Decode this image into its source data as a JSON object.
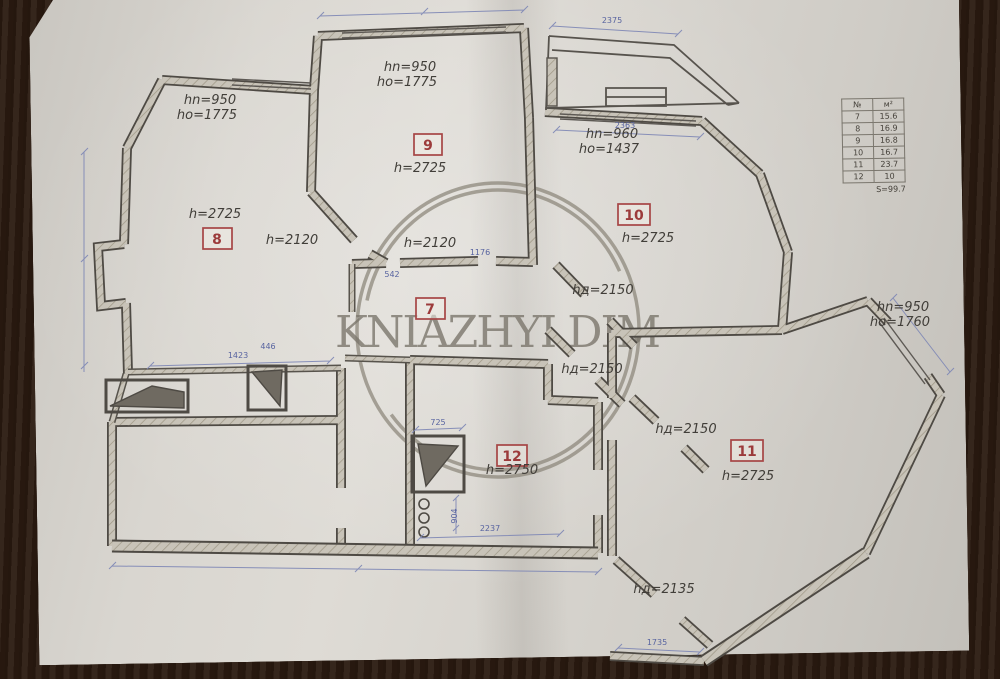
{
  "watermark": {
    "text": "KNIAZHYI DIM"
  },
  "area_table": {
    "headers": [
      "№",
      "м²"
    ],
    "rows": [
      [
        "7",
        "15.6"
      ],
      [
        "8",
        "16.9"
      ],
      [
        "9",
        "16.8"
      ],
      [
        "10",
        "16.7"
      ],
      [
        "11",
        "23.7"
      ],
      [
        "12",
        "10"
      ]
    ],
    "total": "S=99.7"
  },
  "rooms": {
    "r7": {
      "number": "7",
      "height": "h=2120"
    },
    "r8": {
      "number": "8",
      "height": "h=2725"
    },
    "r9": {
      "number": "9",
      "height": "h=2725"
    },
    "r10": {
      "number": "10",
      "height": "h=2725"
    },
    "r11": {
      "number": "11",
      "height": "h=2725"
    },
    "r12": {
      "number": "12",
      "height": "h=2750"
    }
  },
  "extra_heights": {
    "corridor_left": "h=2120"
  },
  "door_heights": {
    "d1": "hд=2150",
    "d2": "hд=2150",
    "d3": "hд=2150",
    "d4": "hд=2135"
  },
  "window_labels": {
    "w1": {
      "l1": "hn=950",
      "l2": "ho=1775"
    },
    "w2": {
      "l1": "hn=950",
      "l2": "ho=1775"
    },
    "w3": {
      "l1": "hn=960",
      "l2": "ho=1437"
    },
    "w4": {
      "l1": "hn=950",
      "l2": "ho=1760"
    }
  },
  "dims": {
    "balcony_top": "2375",
    "room10_top": "2363",
    "room8_inner": "1423",
    "room8_vent": "446",
    "vent12": "725",
    "riser": "904",
    "room12_bottom": "2237",
    "room11_bottom": "1735",
    "corridor_left": "542",
    "corridor_right": "1176"
  }
}
